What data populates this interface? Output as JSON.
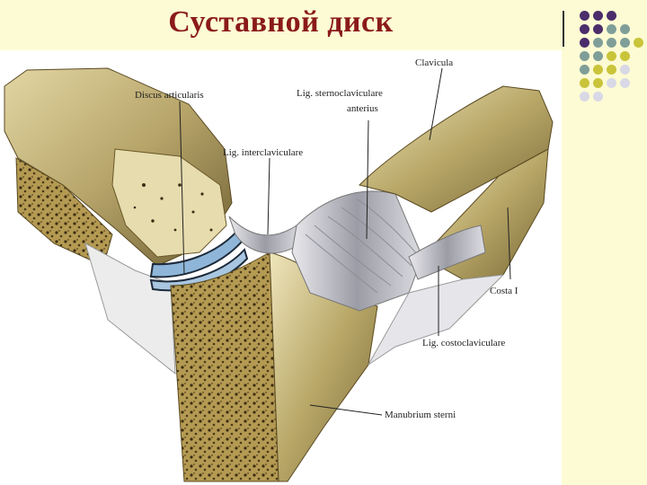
{
  "slide": {
    "title": "Суставной диск"
  },
  "labels": {
    "discus": "Discus articularis",
    "lig_inter": "Lig. interclaviculare",
    "lig_sterno_1": "Lig. sternoclaviculare",
    "lig_sterno_2": "anterius",
    "clavicula": "Clavicula",
    "costa": "Costa I",
    "lig_costo": "Lig. costoclaviculare",
    "manubrium": "Manubrium sterni"
  },
  "colors": {
    "title": "#8a1a1a",
    "background": "#fdfbd4",
    "dot_purple": "#4b2d6b",
    "dot_teal": "#7f9e98",
    "dot_olive": "#c9c43a",
    "dot_grey": "#d9d8e6",
    "bone": "#b7a56a",
    "cartilage": "#8fb6d8"
  }
}
